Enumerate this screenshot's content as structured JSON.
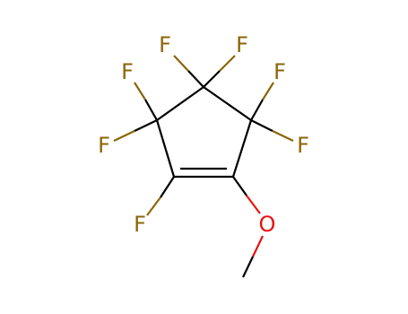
{
  "molecule": {
    "atoms": [
      {
        "id": "f1",
        "symbol": "F",
        "element": "fluorine"
      },
      {
        "id": "f2",
        "symbol": "F",
        "element": "fluorine"
      },
      {
        "id": "f3",
        "symbol": "F",
        "element": "fluorine"
      },
      {
        "id": "f4",
        "symbol": "F",
        "element": "fluorine"
      },
      {
        "id": "f5",
        "symbol": "F",
        "element": "fluorine"
      },
      {
        "id": "f6",
        "symbol": "F",
        "element": "fluorine"
      },
      {
        "id": "f7",
        "symbol": "F",
        "element": "fluorine"
      },
      {
        "id": "o1",
        "symbol": "O",
        "element": "oxygen"
      }
    ],
    "colors": {
      "carbon_bond": "#000000",
      "fluorine": "#8B6508",
      "oxygen": "#E8110F",
      "background": "#FFFFFF"
    }
  }
}
